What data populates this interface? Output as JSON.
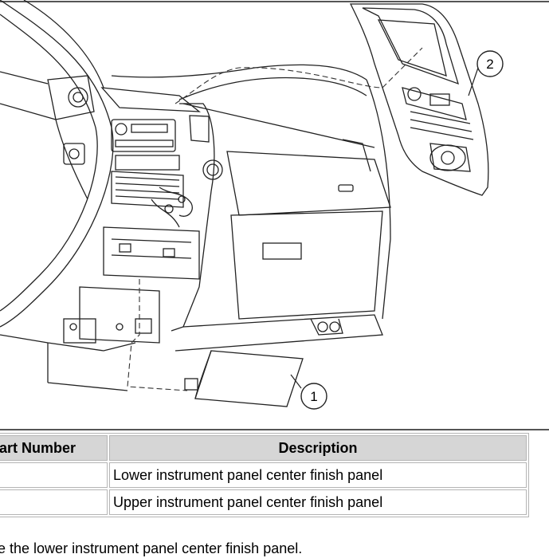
{
  "callouts": {
    "one": "1",
    "two": "2"
  },
  "table": {
    "headers": {
      "part_number": "Part Number",
      "description": "Description"
    },
    "rows": [
      {
        "part_number": "—",
        "description": "Lower instrument panel center finish panel"
      },
      {
        "part_number": "—",
        "description": "Upper instrument panel center finish panel"
      }
    ]
  },
  "instruction": "Remove the lower instrument panel center finish panel."
}
